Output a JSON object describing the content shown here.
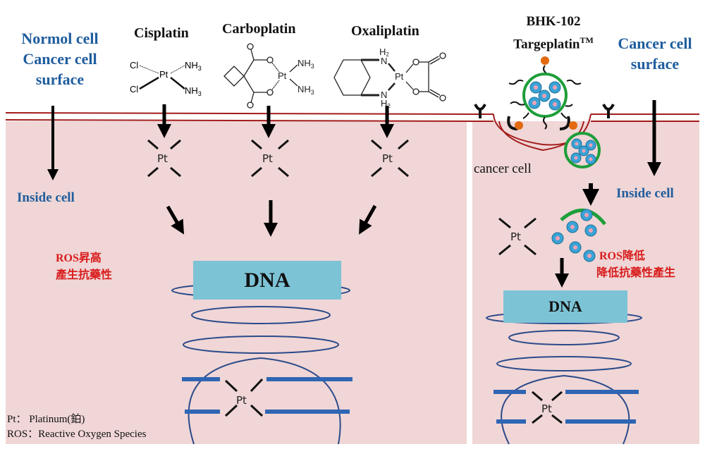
{
  "left_panel": {
    "title_lines": [
      "Normol cell",
      "Cancer cell",
      "surface"
    ],
    "inside_label": "Inside cell",
    "drugs": [
      {
        "name": "Cisplatin",
        "structure": {
          "ligands": [
            "Cl",
            "Cl",
            "NH3",
            "NH3"
          ],
          "center": "Pt"
        }
      },
      {
        "name": "Carboplatin",
        "structure": {
          "ligands": [
            "O",
            "O",
            "NH3",
            "NH3"
          ],
          "center": "Pt"
        }
      },
      {
        "name": "Oxaliplatin",
        "structure": {
          "ligands": [
            "H2N",
            "H2N",
            "O",
            "O"
          ],
          "center": "Pt"
        }
      }
    ],
    "pt_label": "Pt",
    "ros_lines": [
      "ROS昇高",
      "產生抗藥性"
    ],
    "dna_label": "DNA",
    "legend": [
      "Pt： Platinum(鉑)",
      "ROS：Reactive Oxygen Species"
    ]
  },
  "right_panel": {
    "drug_lines": [
      "BHK-102",
      "Targeplatin"
    ],
    "trademark": "TM",
    "title_lines": [
      "Cancer cell",
      "surface"
    ],
    "cancer_cell_label": "cancer cell",
    "inside_label": "Inside cell",
    "pt_label": "Pt",
    "ros_lines": [
      "ROS降低",
      "降低抗藥性產生"
    ],
    "dna_label": "DNA"
  },
  "colors": {
    "cell_bg": "#f0d6d6",
    "membrane": "#a31c1c",
    "title_blue": "#1f5d9e",
    "ros_red": "#d81b1b",
    "dna_box": "#7dc3d6",
    "helix": "#2a4a8a",
    "base_pair": "#2f66b3",
    "nanoparticle_ring": "#1e9e3a",
    "ligand_ball": "#e2690f",
    "drug_core": "#3aa3d6"
  }
}
